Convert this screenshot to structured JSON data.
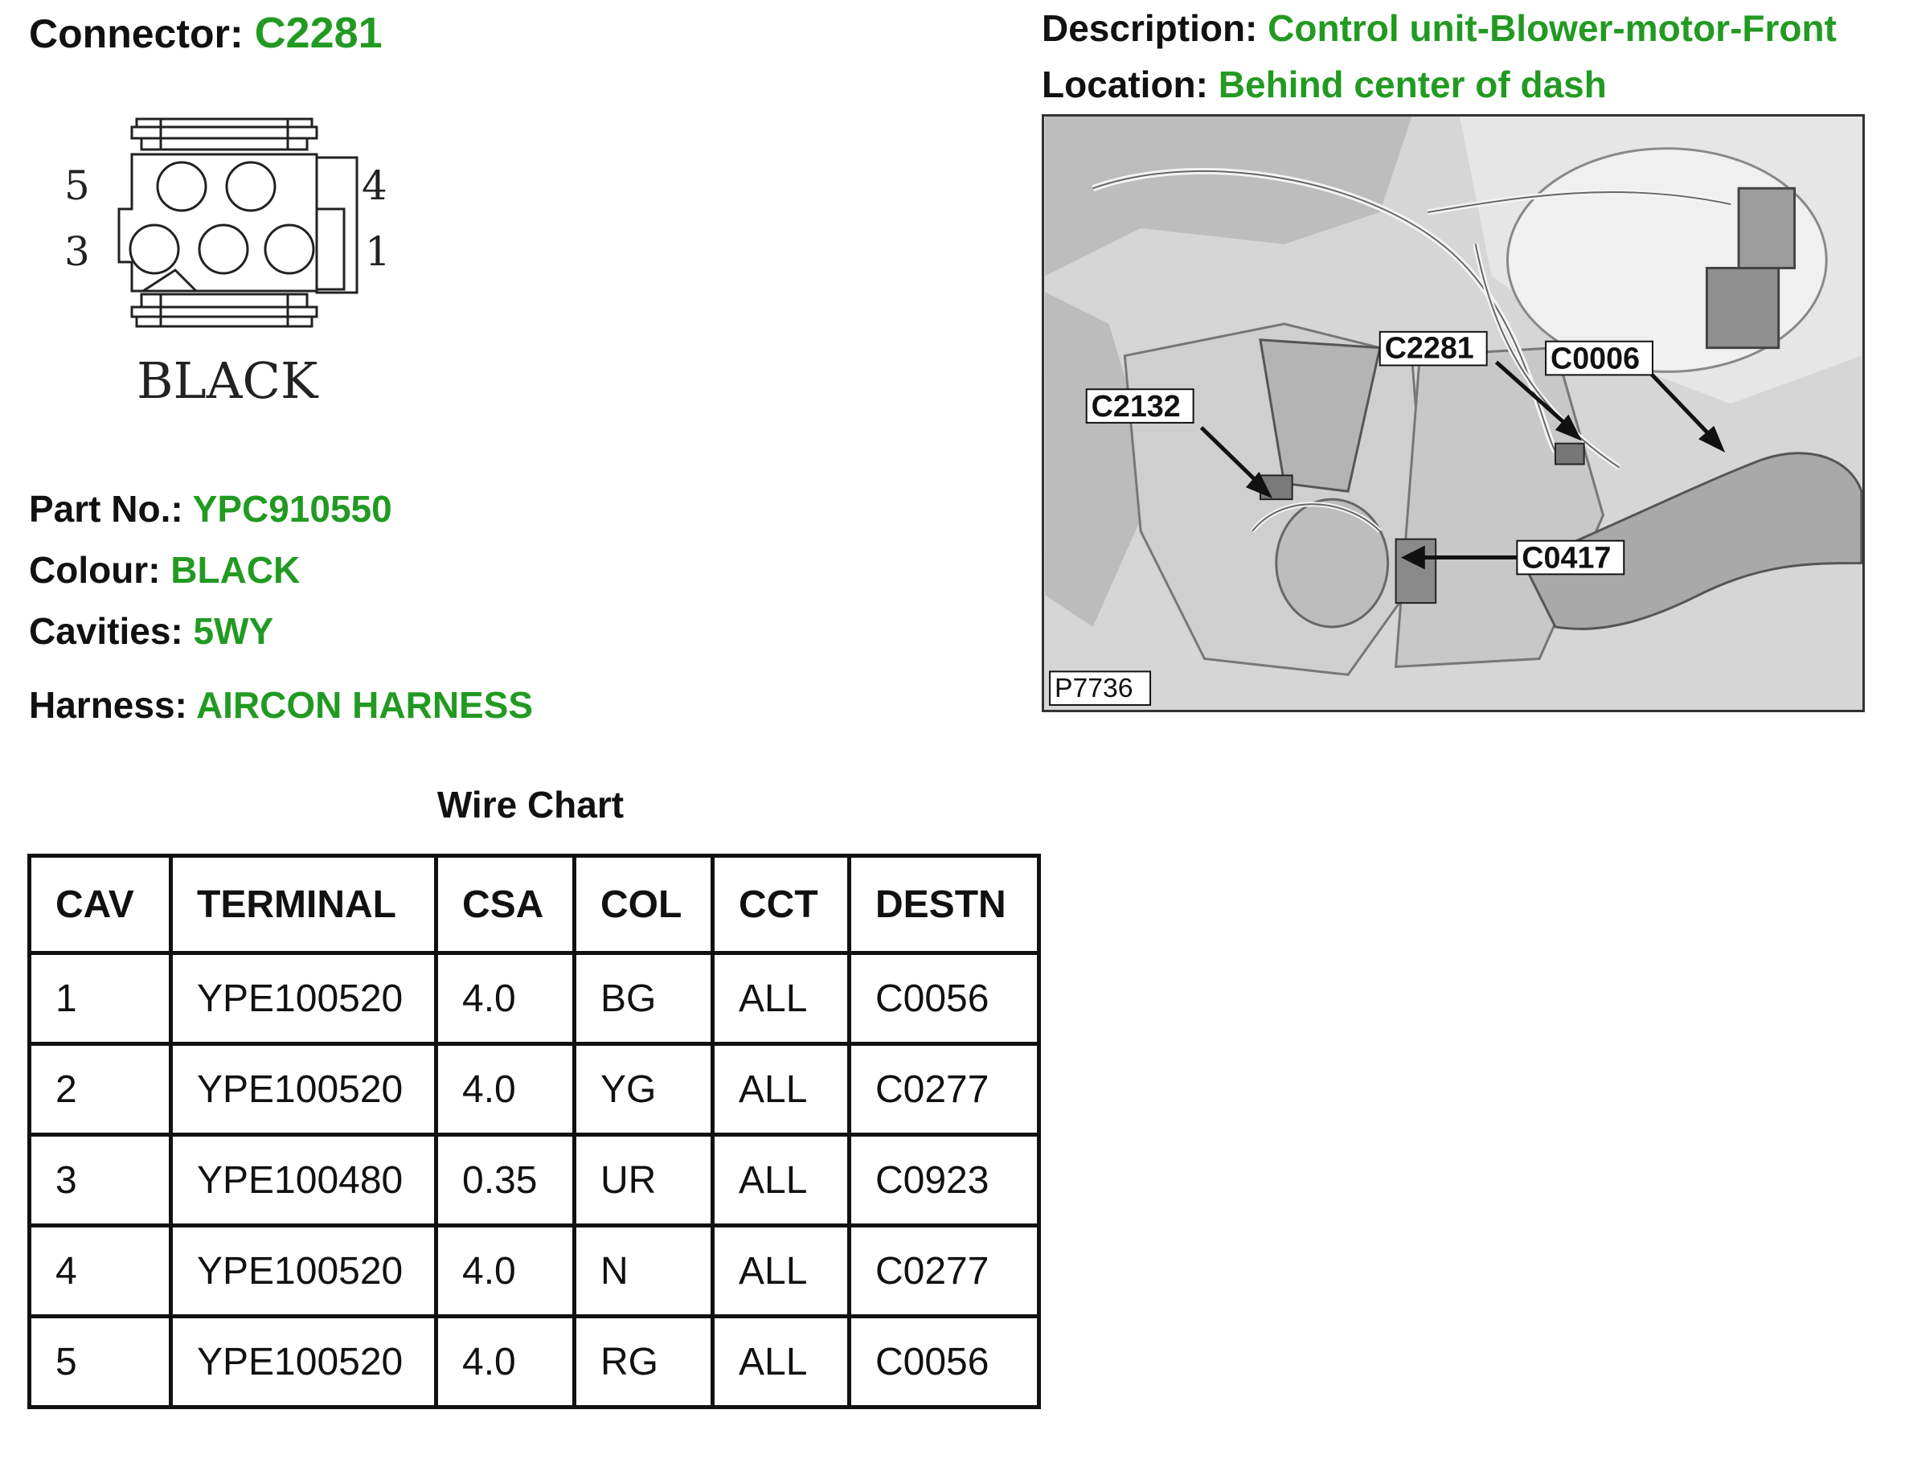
{
  "connector": {
    "label": "Connector:",
    "value": "C2281"
  },
  "description": {
    "label": "Description:",
    "value": "Control unit-Blower-motor-Front"
  },
  "location": {
    "label": "Location:",
    "value": "Behind center of dash"
  },
  "diagram": {
    "pin_labels": {
      "p5": "5",
      "p4": "4",
      "p3": "3",
      "p1": "1"
    },
    "color_text": "BLACK"
  },
  "part_no": {
    "label": "Part No.:",
    "value": "YPC910550"
  },
  "colour": {
    "label": "Colour:",
    "value": "BLACK"
  },
  "cavities": {
    "label": "Cavities:",
    "value": "5WY"
  },
  "harness": {
    "label": "Harness:",
    "value": "AIRCON HARNESS"
  },
  "photo": {
    "callouts": {
      "c2281": "C2281",
      "c0006": "C0006",
      "c2132": "C2132",
      "c0417": "C0417"
    },
    "ref": "P7736"
  },
  "wire_chart": {
    "title": "Wire Chart",
    "headers": [
      "CAV",
      "TERMINAL",
      "CSA",
      "COL",
      "CCT",
      "DESTN"
    ],
    "rows": [
      [
        "1",
        "YPE100520",
        "4.0",
        "BG",
        "ALL",
        "C0056"
      ],
      [
        "2",
        "YPE100520",
        "4.0",
        "YG",
        "ALL",
        "C0277"
      ],
      [
        "3",
        "YPE100480",
        "0.35",
        "UR",
        "ALL",
        "C0923"
      ],
      [
        "4",
        "YPE100520",
        "4.0",
        "N",
        "ALL",
        "C0277"
      ],
      [
        "5",
        "YPE100520",
        "4.0",
        "RG",
        "ALL",
        "C0056"
      ]
    ]
  }
}
